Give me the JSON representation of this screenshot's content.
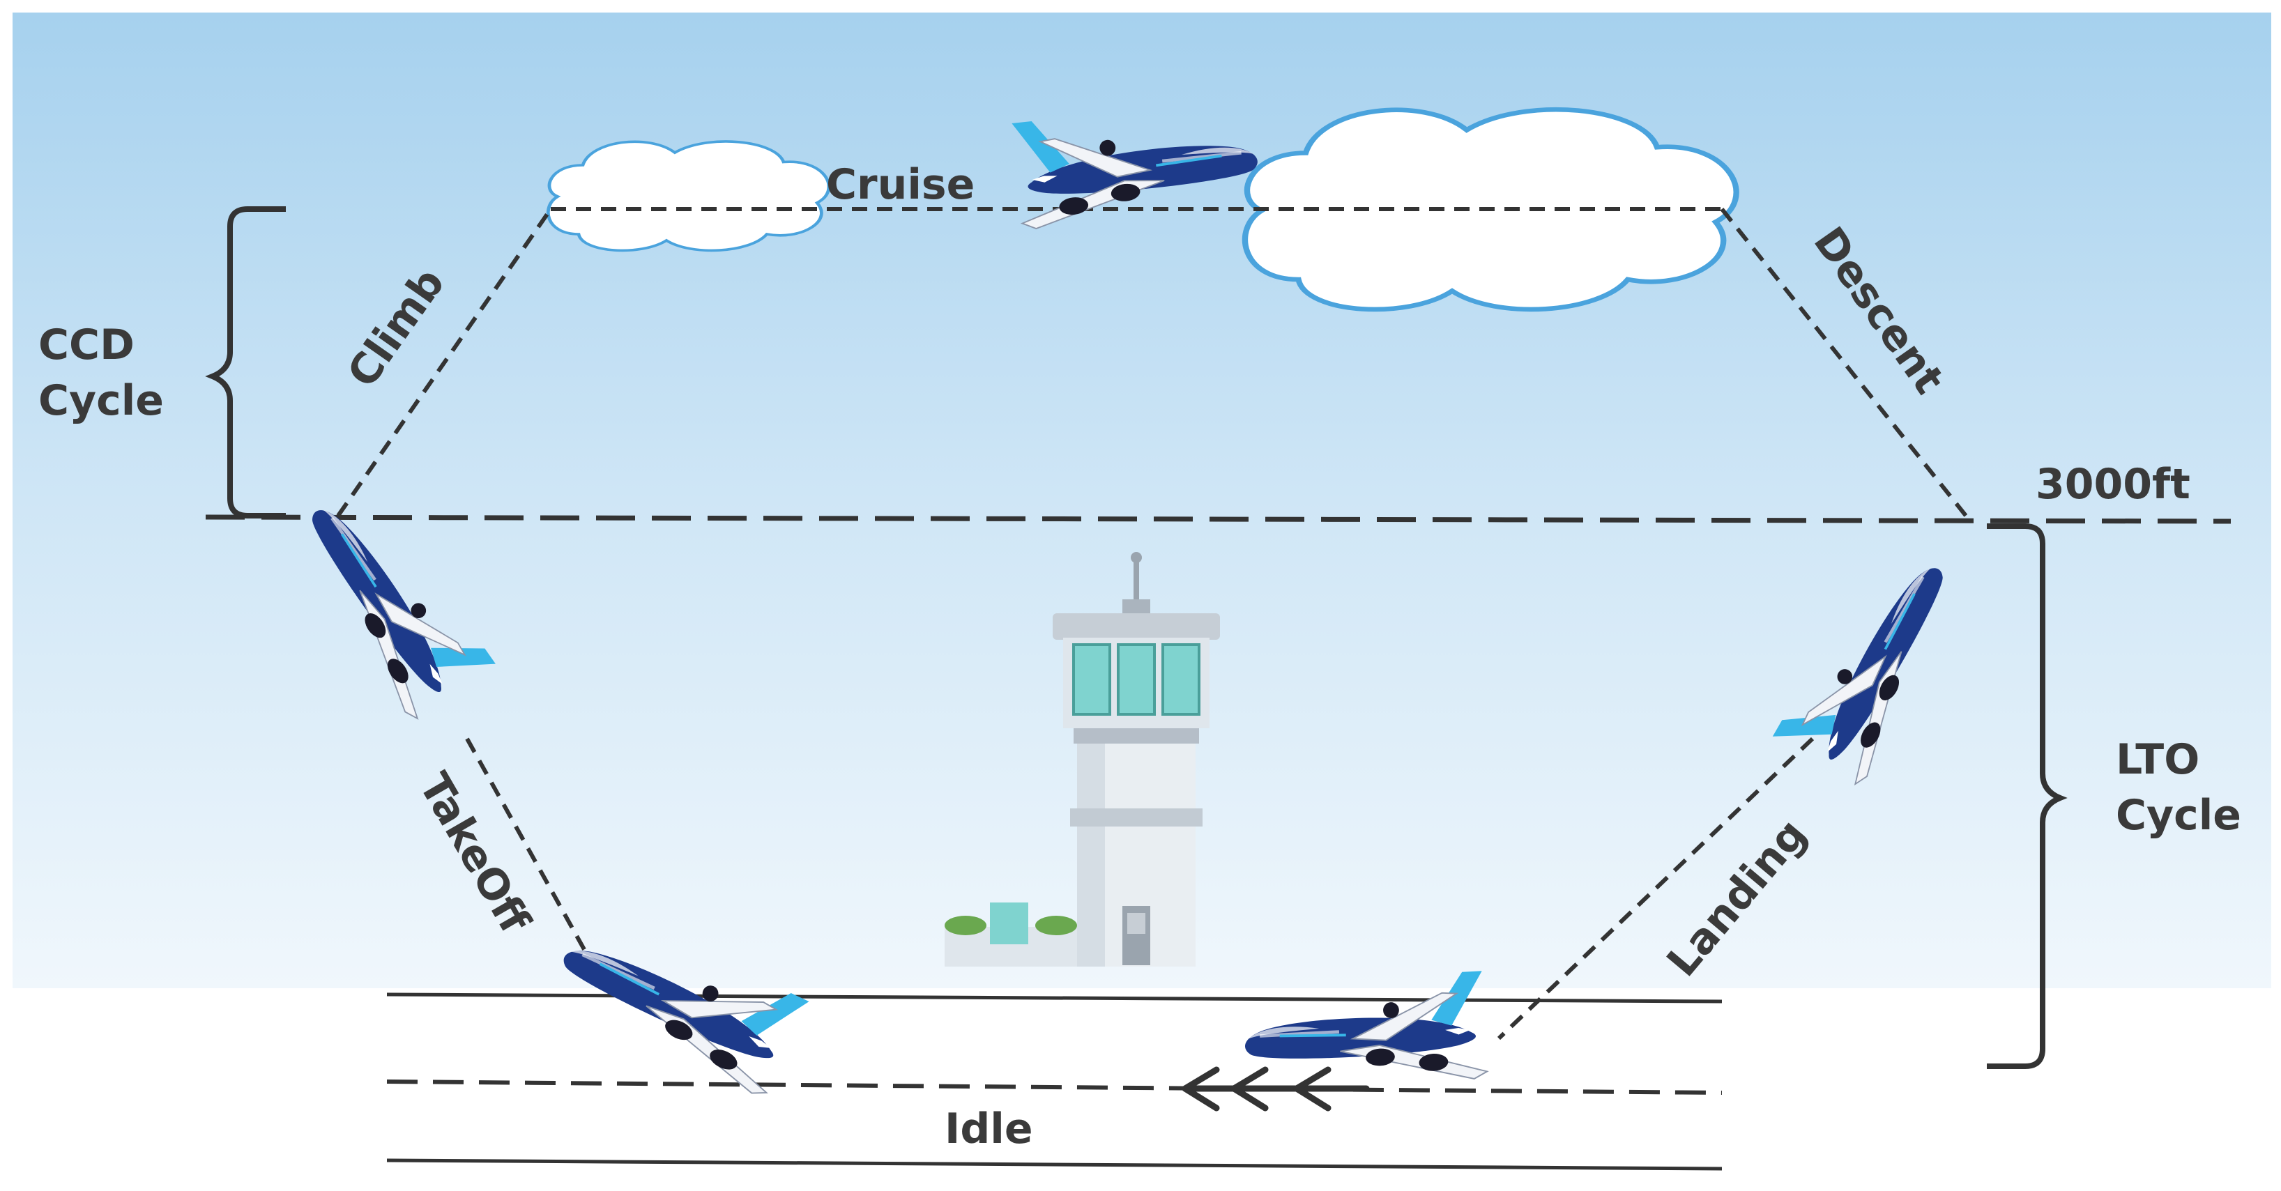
{
  "labels": {
    "cruise": "Cruise",
    "climb": "Climb",
    "descent": "Descent",
    "takeoff": "TakeOff",
    "landing": "Landing",
    "idle": "Idle",
    "altitude": "3000ft",
    "ccd_line1": "CCD",
    "ccd_line2": "Cycle",
    "lto_line1": "LTO",
    "lto_line2": "Cycle"
  },
  "colors": {
    "sky_top": "#a9d3ee",
    "sky_bottom": "#eef6fc",
    "cloud_outline": "#4aa3dd",
    "aircraft_body": "#1d3a8a",
    "aircraft_tail": "#38b6e8",
    "tower_glass": "#7fd3cf",
    "label_text": "#3a3a3a"
  },
  "icons": {
    "aircraft": "airplane-icon",
    "tower": "control-tower-icon",
    "cloud": "cloud-icon"
  }
}
